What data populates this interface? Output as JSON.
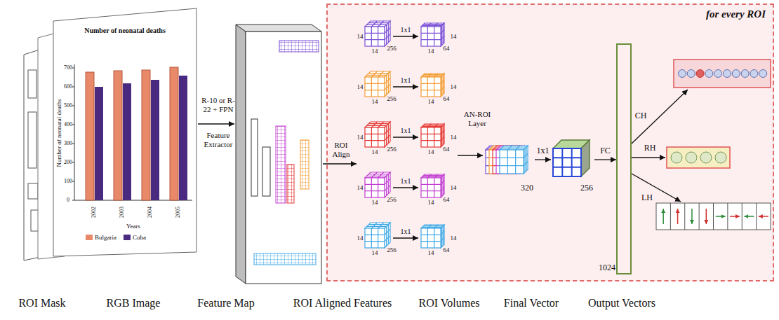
{
  "diagram": {
    "nodes": [
      {
        "text": [
          "for every ROI"
        ]
      },
      {
        "text": [
          "320"
        ],
        "in": 0
      },
      {
        "text": [
          "256"
        ],
        "in": 0
      },
      {
        "text": [
          "1024"
        ],
        "in": 0
      }
    ],
    "edges": [
      {
        "from": 1,
        "to": 2,
        "arrow": "to",
        "label": "1x1"
      },
      {
        "from": 2,
        "to": 3,
        "arrow": "to",
        "label": "FC"
      }
    ],
    "labels": [
      "Number of neonatal deaths",
      "Number of neonatal deaths",
      "0",
      "100",
      "200",
      "300",
      "400",
      "500",
      "600",
      "700",
      "2002",
      "2003",
      "2004",
      "2005",
      "Years",
      "R-10 or R-22 + FPN",
      "Feature Extractor",
      "ROI Align",
      "14",
      "14",
      "256",
      "1x1",
      "14",
      "14",
      "64",
      "14",
      "14",
      "256",
      "1x1",
      "14",
      "14",
      "64",
      "14",
      "14",
      "256",
      "1x1",
      "14",
      "14",
      "64",
      "14",
      "14",
      "256",
      "1x1",
      "14",
      "14",
      "64",
      "14",
      "14",
      "256",
      "1x1",
      "14",
      "14",
      "64",
      "AN-ROI Layer",
      "CH",
      "RH",
      "LH",
      "ROI Mask",
      "RGB Image",
      "Feature Map",
      "ROI Aligned Features",
      "ROI Volumes",
      "Final Vector",
      "Output Vectors"
    ],
    "legend": [
      {
        "text": "Bulgaria",
        "color": "#e8896a"
      },
      {
        "text": "Cuba",
        "color": "#4a2a80"
      }
    ]
  }
}
